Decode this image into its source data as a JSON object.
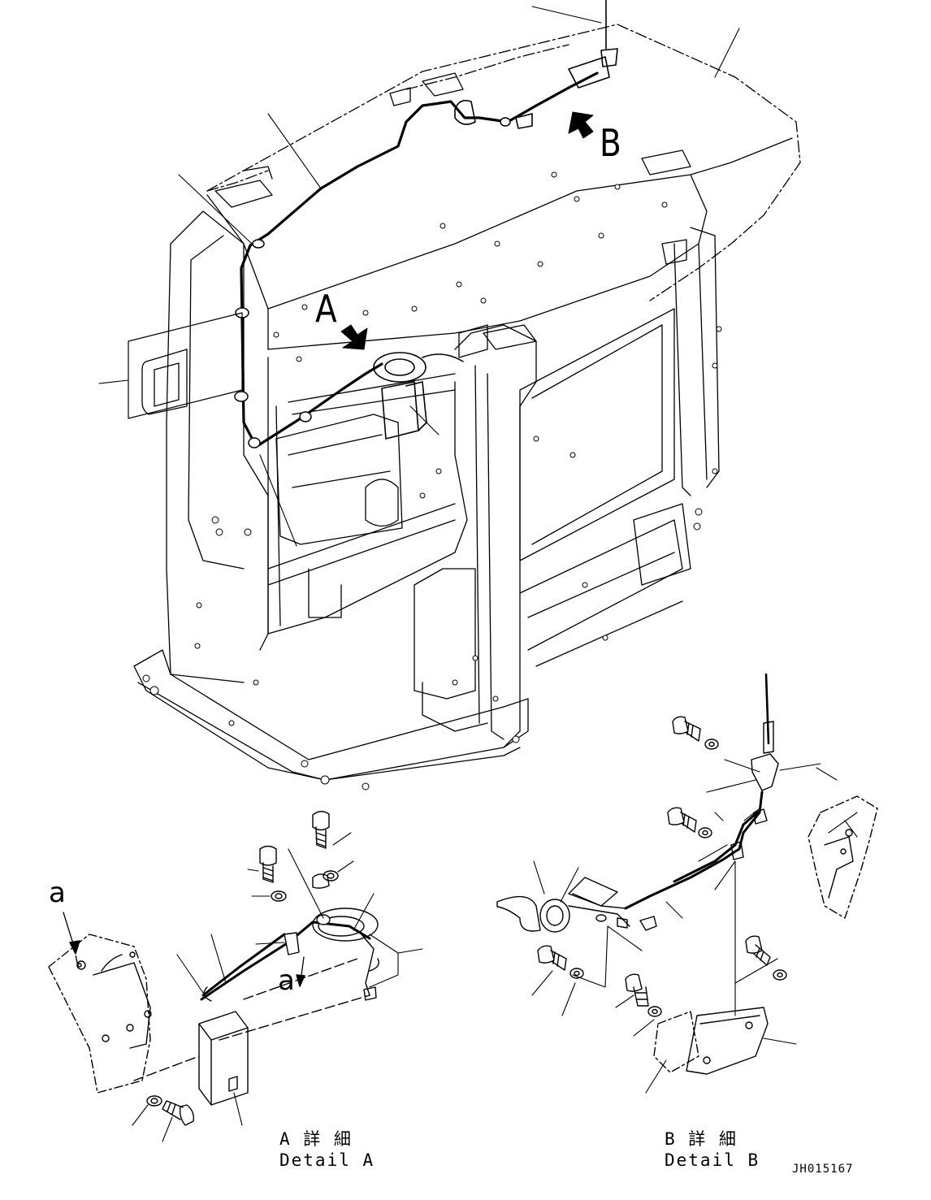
{
  "callouts": {
    "view_a": "A",
    "view_b": "B",
    "arrow_a_1": "a",
    "arrow_a_2": "a"
  },
  "captions": {
    "detail_a_jp": "A 詳 細",
    "detail_a_en": "Detail A",
    "detail_b_jp": "B 詳 細",
    "detail_b_en": "Detail B"
  },
  "drawing_code": "JH015167",
  "colors": {
    "line": "#000000",
    "background": "#ffffff"
  }
}
